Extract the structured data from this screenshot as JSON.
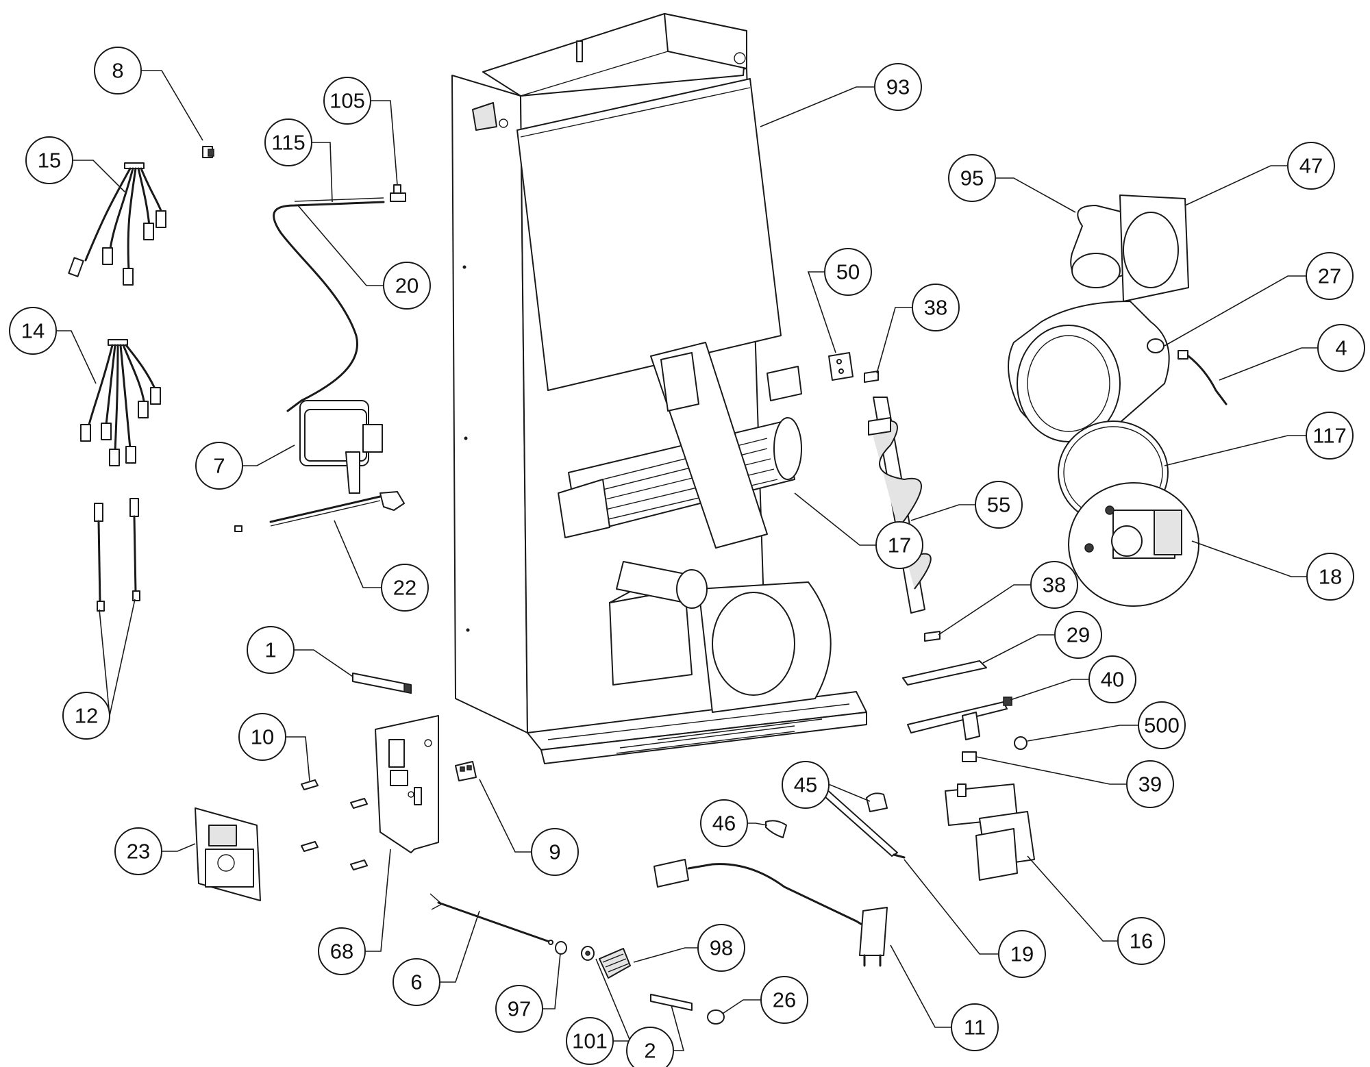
{
  "callouts": {
    "c8": "8",
    "c15": "15",
    "c14": "14",
    "c12": "12",
    "c115": "115",
    "c105": "105",
    "c20": "20",
    "c7": "7",
    "c22": "22",
    "c1": "1",
    "c10": "10",
    "c23": "23",
    "c68": "68",
    "c9": "9",
    "c6": "6",
    "c97": "97",
    "c101": "101",
    "c98": "98",
    "c2": "2",
    "c26": "26",
    "c11": "11",
    "c19": "19",
    "c46": "46",
    "c45": "45",
    "c16": "16",
    "c39": "39",
    "c500": "500",
    "c40": "40",
    "c29": "29",
    "c38a": "38",
    "c38b": "38",
    "c55": "55",
    "c17": "17",
    "c50": "50",
    "c93": "93",
    "c95": "95",
    "c47": "47",
    "c27": "27",
    "c4": "4",
    "c117": "117",
    "c18": "18"
  },
  "colors": {
    "line": "#1a1a1a",
    "background": "#ffffff",
    "shade": "#e4e4e4"
  }
}
